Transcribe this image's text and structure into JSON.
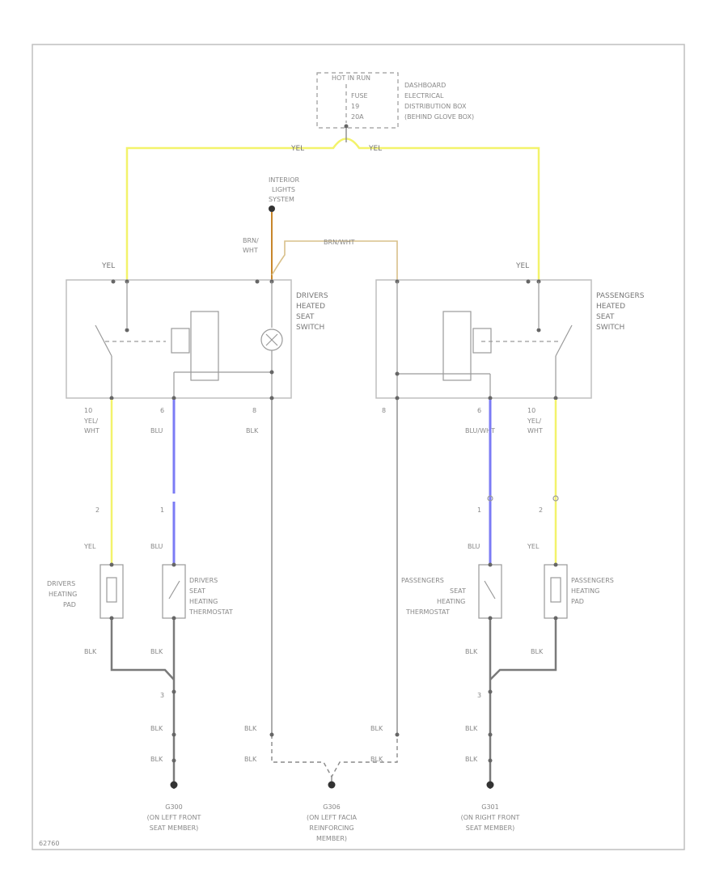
{
  "fuse_box": {
    "title": "HOT IN RUN",
    "fuse_lines": [
      "FUSE",
      "19",
      "20A"
    ],
    "location_lines": [
      "DASHBOARD",
      "ELECTRICAL",
      "DISTRIBUTION BOX",
      "(BEHIND GLOVE BOX)"
    ]
  },
  "wires": {
    "yel": "YEL",
    "brn_wht": "BRN/WHT",
    "brn_wht_stack": [
      "BRN/",
      "WHT"
    ],
    "yel_wht_stack": [
      "YEL/",
      "WHT"
    ],
    "blu": "BLU",
    "blu_wht": "BLU/WHT",
    "blk": "BLK"
  },
  "interior_lights": [
    "INTERIOR",
    "LIGHTS",
    "SYSTEM"
  ],
  "driver_switch": [
    "DRIVERS",
    "HEATED",
    "SEAT",
    "SWITCH"
  ],
  "passenger_switch": [
    "PASSENGERS",
    "HEATED",
    "SEAT",
    "SWITCH"
  ],
  "pins": {
    "p10": "10",
    "p6": "6",
    "p8": "8",
    "p2": "2",
    "p1": "1",
    "p3": "3"
  },
  "driver_pad": [
    "DRIVERS",
    "HEATING",
    "PAD"
  ],
  "driver_thermo": [
    "DRIVERS",
    "SEAT",
    "HEATING",
    "THERMOSTAT"
  ],
  "pass_thermo": [
    "PASSENGERS",
    "SEAT",
    "HEATING",
    "THERMOSTAT"
  ],
  "pass_pad": [
    "PASSENGERS",
    "HEATING",
    "PAD"
  ],
  "grounds": {
    "left": [
      "G300",
      "(ON LEFT FRONT",
      "SEAT MEMBER)"
    ],
    "center": [
      "G306",
      "(ON LEFT FACIA",
      "REINFORCING",
      "MEMBER)"
    ],
    "right": [
      "G301",
      "(ON RIGHT FRONT",
      "SEAT MEMBER)"
    ]
  },
  "figure_id": "62760",
  "colors": {
    "yellow_wire": "#f3f36b",
    "blue_wire": "#7b7bf5",
    "brown_wire": "#c8862a",
    "tan_wire": "#d9c08a",
    "ground_wire": "#7a7a7a"
  }
}
